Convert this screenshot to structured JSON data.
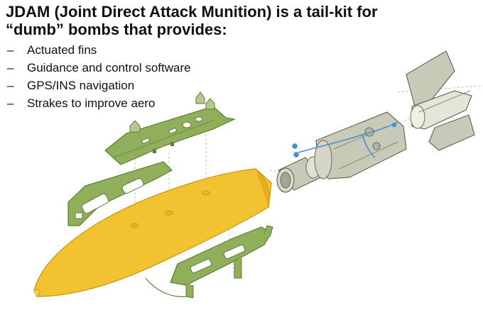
{
  "title": {
    "line1": "JDAM (Joint Direct Attack Munition) is a tail-kit for",
    "line2": "“dumb” bombs that provides:"
  },
  "bullets": [
    {
      "dash": "–",
      "text": "Actuated fins"
    },
    {
      "dash": "–",
      "text": "Guidance and control software"
    },
    {
      "dash": "–",
      "text": "GPS/INS navigation"
    },
    {
      "dash": "–",
      "text": "Strakes to improve aero"
    }
  ],
  "colors": {
    "bomb_body": "#F2C230",
    "strake_green": "#8FAF5A",
    "tail_gray": "#C9C9B8",
    "fin_light": "#E4E6D8",
    "accent_blue": "#3F8FD8"
  },
  "parts": {
    "bomb_body": "bomb-body",
    "upper_strake": "upper-strake-kit",
    "mid_strake": "mid-strake-kit",
    "lower_strake": "lower-strake-kit",
    "adapter_ring": "adapter-ring",
    "tail_cone": "tail-cone",
    "tail_fins": "tail-fins",
    "wiring": "wiring-harness"
  }
}
